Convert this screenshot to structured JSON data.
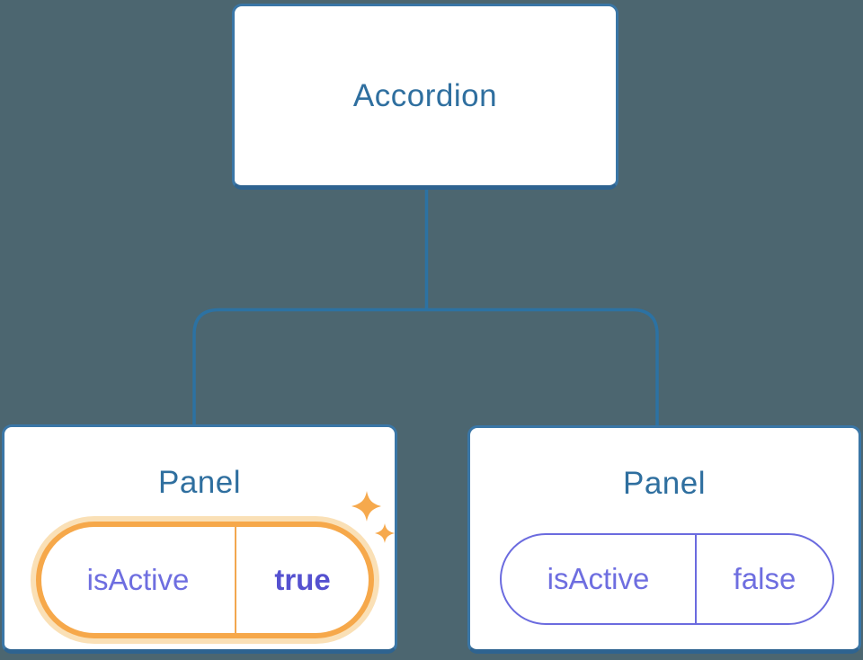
{
  "diagram": {
    "description": "Component tree diagram: an Accordion parent with two Panel children holding isActive state",
    "root": {
      "label": "Accordion"
    },
    "panels": [
      {
        "label": "Panel",
        "prop": {
          "name": "isActive",
          "value": "true"
        },
        "active": true,
        "decoration": "sparkles-icon"
      },
      {
        "label": "Panel",
        "prop": {
          "name": "isActive",
          "value": "false"
        },
        "active": false,
        "decoration": null
      }
    ]
  },
  "colors": {
    "background": "#4C6670",
    "card_fill": "#FFFFFF",
    "card_border": "#3A76A6",
    "card_border_bottom": "#2E6390",
    "title_text": "#2F6F9F",
    "connector_line": "#2C72A3",
    "prop_text": "#6E6EE0",
    "prop_value_active_text": "#5551D0",
    "pill_border_active": "#F6A84A",
    "pill_glow_active": "#FAE0B6",
    "pill_divider_active": "#F2A74E",
    "pill_border_inactive": "#6B6BDF",
    "sparkle": "#F6A94D"
  }
}
